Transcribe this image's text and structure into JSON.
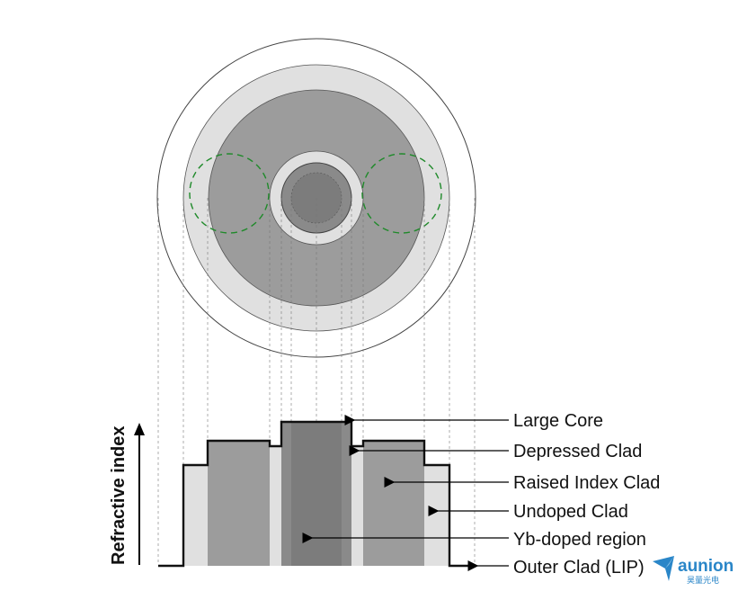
{
  "labels": {
    "large_core": "Large Core",
    "depressed_clad": "Depressed Clad",
    "raised_index_clad": "Raised Index Clad",
    "undoped_clad": "Undoped Clad",
    "yb_doped_region": "Yb-doped region",
    "outer_clad": "Outer Clad (LIP)"
  },
  "y_axis_label": "Refractive index",
  "logo": {
    "word": "aunion",
    "subtitle": "昊量光电"
  },
  "colors": {
    "outer_ring": "#ffffff",
    "undoped": "#e0e0e0",
    "raised": "#9c9c9c",
    "depressed": "#e0e0e0",
    "core": "#8a8a8a",
    "yb": "#7c7c7c",
    "dashed_circle": "#1f8a2a",
    "logo": "#2a86c8"
  }
}
